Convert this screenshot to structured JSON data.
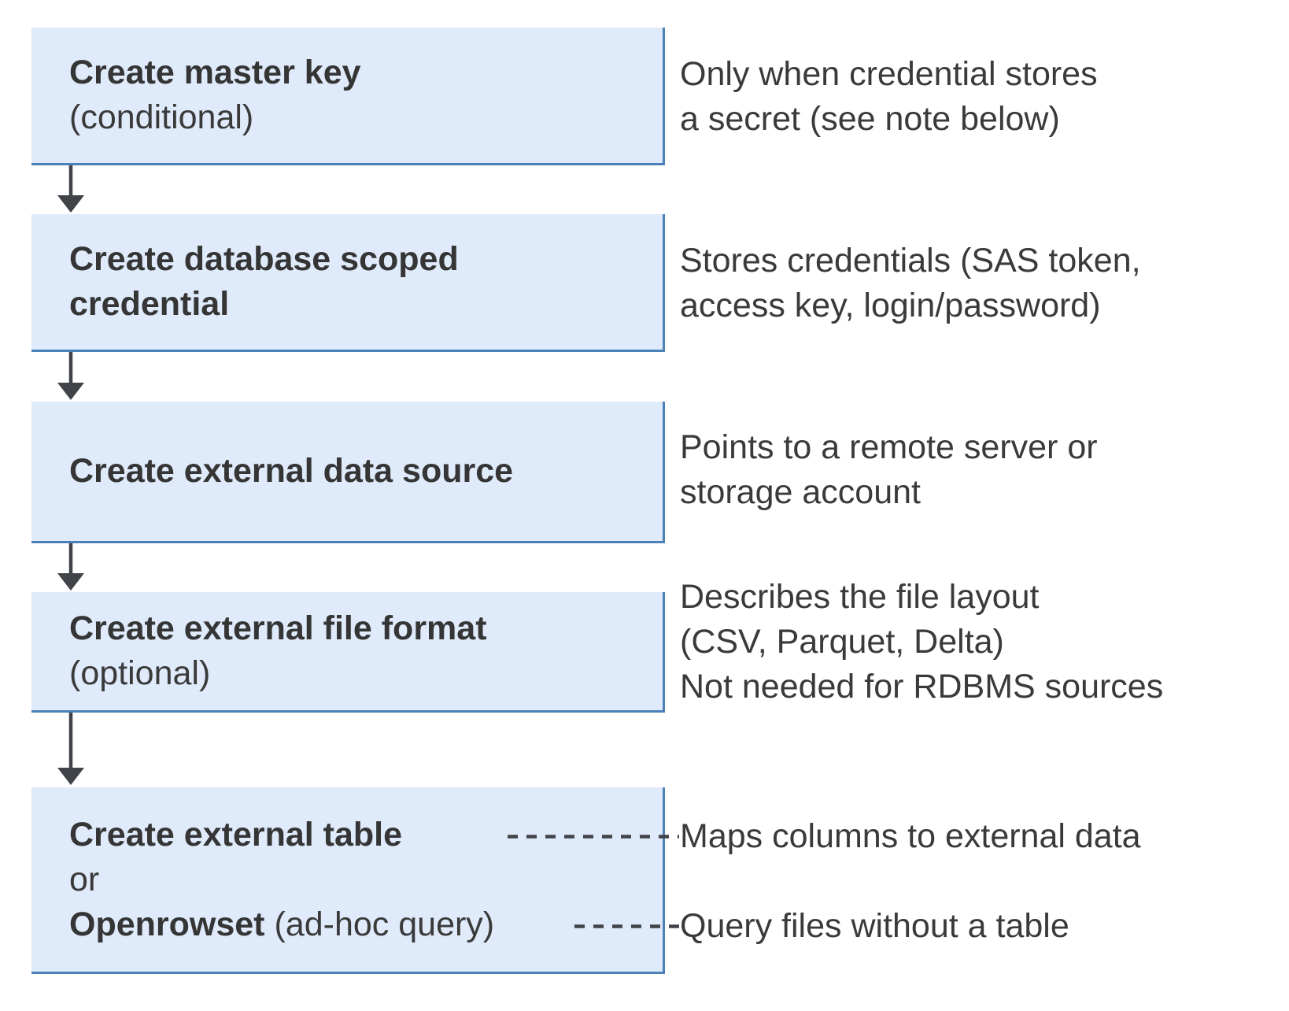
{
  "colors": {
    "box_fill": "#dfeafa",
    "box_border": "#4b80b8",
    "text_color": "#3a3a3a",
    "arrow_color": "#404347"
  },
  "flowchart": {
    "boxes": [
      {
        "title_lines": [
          "Create master key"
        ],
        "subtitle": "(conditional)"
      },
      {
        "title_lines": [
          "Create database scoped",
          "credential"
        ],
        "subtitle": ""
      },
      {
        "title_lines": [
          "Create external data source"
        ],
        "subtitle": ""
      },
      {
        "title_lines": [
          "Create external file format"
        ],
        "subtitle": "(optional)"
      },
      {
        "title": "Create external table",
        "or_label": "or",
        "alt_title": "Openrowset",
        "alt_suffix": "(ad-hoc query)"
      }
    ],
    "notes": [
      {
        "lines": [
          "Only when credential stores",
          "a secret (see note below)"
        ]
      },
      {
        "lines": [
          "Stores credentials (SAS token,",
          "access key, login/password)"
        ]
      },
      {
        "lines": [
          "Points to a remote server or",
          "storage account"
        ]
      },
      {
        "lines": [
          "Describes the file layout",
          "(CSV, Parquet, Delta)",
          "Not needed for RDBMS sources"
        ]
      },
      {
        "lines": [
          "Maps columns to external data"
        ]
      },
      {
        "lines": [
          "Query files without a table"
        ]
      }
    ]
  }
}
